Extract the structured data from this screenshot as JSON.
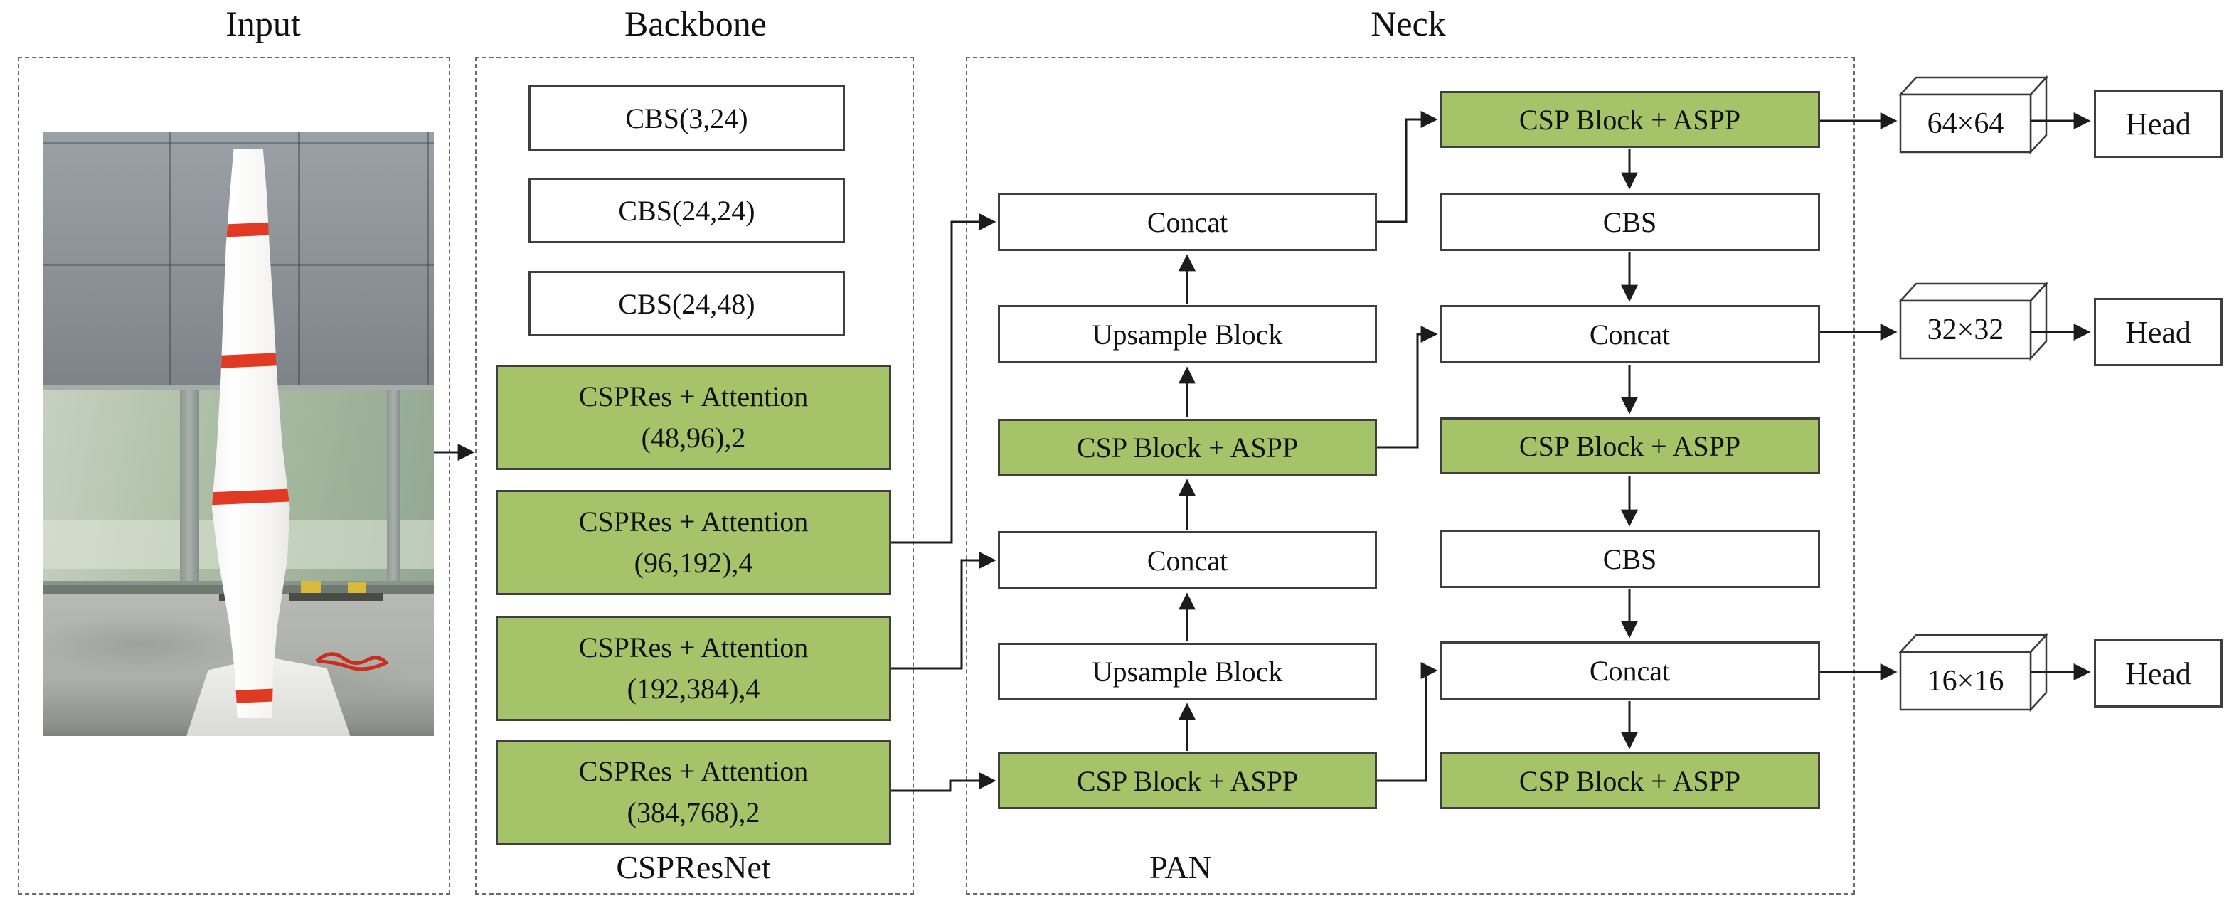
{
  "sections": {
    "input": {
      "label": "Input"
    },
    "backbone": {
      "label": "Backbone",
      "sublabel": "CSPResNet",
      "blocks": [
        {
          "label": "CBS(3,24)"
        },
        {
          "label": "CBS(24,24)"
        },
        {
          "label": "CBS(24,48)"
        },
        {
          "label": "CSPRes + Attention",
          "params": "(48,96),2"
        },
        {
          "label": "CSPRes + Attention",
          "params": "(96,192),4"
        },
        {
          "label": "CSPRes + Attention",
          "params": "(192,384),4"
        },
        {
          "label": "CSPRes + Attention",
          "params": "(384,768),2"
        }
      ]
    },
    "neck": {
      "label": "Neck",
      "sublabel": "PAN",
      "left_column": [
        {
          "label": "Concat"
        },
        {
          "label": "Upsample Block"
        },
        {
          "label": "CSP Block + ASPP"
        },
        {
          "label": "Concat"
        },
        {
          "label": "Upsample Block"
        },
        {
          "label": "CSP Block + ASPP"
        }
      ],
      "right_column": [
        {
          "label": "CSP Block + ASPP"
        },
        {
          "label": "CBS"
        },
        {
          "label": "Concat"
        },
        {
          "label": "CSP Block + ASPP"
        },
        {
          "label": "CBS"
        },
        {
          "label": "Concat"
        },
        {
          "label": "CSP Block + ASPP"
        }
      ]
    },
    "outputs": {
      "rows": [
        {
          "scale": "64×64",
          "head": "Head"
        },
        {
          "scale": "32×32",
          "head": "Head"
        },
        {
          "scale": "16×16",
          "head": "Head"
        }
      ]
    }
  },
  "connections": [
    {
      "from": "input-photo",
      "to": "backbone"
    },
    {
      "from": "backbone-cspres-96-192",
      "to": "neck-left-concat-top"
    },
    {
      "from": "backbone-cspres-192-384",
      "to": "neck-left-concat-bottom"
    },
    {
      "from": "backbone-cspres-384-768",
      "to": "neck-left-csp-aspp-bottom"
    },
    {
      "from": "neck-left-csp-aspp-bottom",
      "to": "neck-left-upsample-bottom"
    },
    {
      "from": "neck-left-upsample-bottom",
      "to": "neck-left-concat-bottom"
    },
    {
      "from": "neck-left-concat-bottom",
      "to": "neck-left-csp-aspp-top"
    },
    {
      "from": "neck-left-csp-aspp-top",
      "to": "neck-left-upsample-top"
    },
    {
      "from": "neck-left-upsample-top",
      "to": "neck-left-concat-top"
    },
    {
      "from": "neck-left-concat-top",
      "to": "neck-right-csp-aspp-1"
    },
    {
      "from": "neck-left-csp-aspp-top",
      "to": "neck-right-concat-1"
    },
    {
      "from": "neck-left-csp-aspp-bottom",
      "to": "neck-right-concat-2"
    },
    {
      "from": "neck-right-csp-aspp-1",
      "to": "neck-right-cbs-1"
    },
    {
      "from": "neck-right-cbs-1",
      "to": "neck-right-concat-1"
    },
    {
      "from": "neck-right-concat-1",
      "to": "neck-right-csp-aspp-2"
    },
    {
      "from": "neck-right-csp-aspp-2",
      "to": "neck-right-cbs-2"
    },
    {
      "from": "neck-right-cbs-2",
      "to": "neck-right-concat-2"
    },
    {
      "from": "neck-right-concat-2",
      "to": "neck-right-csp-aspp-3"
    },
    {
      "from": "neck-right-csp-aspp-1",
      "to": "feature-map-64"
    },
    {
      "from": "neck-right-concat-1",
      "to": "feature-map-32"
    },
    {
      "from": "neck-right-concat-2",
      "to": "feature-map-16"
    },
    {
      "from": "feature-map-64",
      "to": "head-1"
    },
    {
      "from": "feature-map-32",
      "to": "head-2"
    },
    {
      "from": "feature-map-16",
      "to": "head-3"
    }
  ],
  "colors": {
    "block_green": "#a5c369",
    "box_border": "#3f3f3f",
    "arrow_line": "#1c1c1c",
    "dashed_border": "#6a6a6a",
    "blade_stripe_red": "#e03a24",
    "glass_green": "#aabda4",
    "wall_gray": "#8f959b",
    "floor_gray": "#b3b5b1",
    "equipment_yellow": "#d9b93c"
  }
}
